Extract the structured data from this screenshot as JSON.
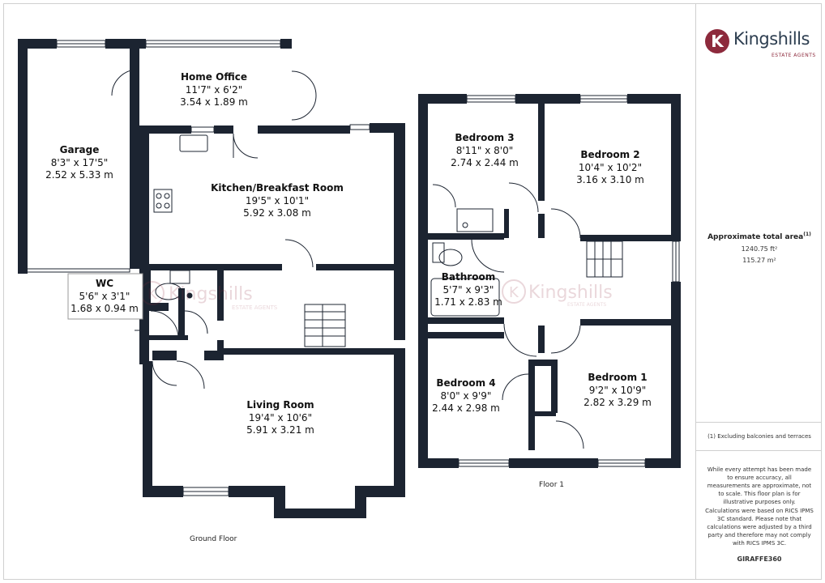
{
  "brand": {
    "initial": "K",
    "name": "Kingshills",
    "tagline": "ESTATE AGENTS"
  },
  "area": {
    "title": "Approximate total area",
    "marker": "(1)",
    "ft": "1240.75 ft²",
    "m": "115.27 m²"
  },
  "notes": {
    "exclusion": "(1) Excluding balconies and terraces",
    "disclaimer": "While every attempt has been made to ensure accuracy, all measurements are approximate, not to scale. This floor plan is for illustrative purposes only.",
    "calculation": "Calculations were based on RICS IPMS 3C standard. Please note that calculations were adjusted by a third party and therefore may not comply with RICS IPMS 3C.",
    "credit": "GIRAFFE360"
  },
  "floors": {
    "ground": "Ground Floor",
    "first": "Floor 1"
  },
  "watermark": {
    "name": "Kingshills",
    "tagline": "ESTATE AGENTS"
  },
  "rooms": {
    "home_office": {
      "name": "Home Office",
      "imperial": "11'7\" x 6'2\"",
      "metric": "3.54 x 1.89 m"
    },
    "garage": {
      "name": "Garage",
      "imperial": "8'3\" x 17'5\"",
      "metric": "2.52 x 5.33 m"
    },
    "kitchen": {
      "name": "Kitchen/Breakfast Room",
      "imperial": "19'5\" x 10'1\"",
      "metric": "5.92 x 3.08 m"
    },
    "wc": {
      "name": "WC",
      "imperial": "5'6\" x 3'1\"",
      "metric": "1.68 x 0.94 m"
    },
    "living": {
      "name": "Living Room",
      "imperial": "19'4\" x 10'6\"",
      "metric": "5.91 x 3.21 m"
    },
    "bedroom3": {
      "name": "Bedroom 3",
      "imperial": "8'11\" x 8'0\"",
      "metric": "2.74 x 2.44 m"
    },
    "bedroom2": {
      "name": "Bedroom 2",
      "imperial": "10'4\" x 10'2\"",
      "metric": "3.16 x 3.10 m"
    },
    "bathroom": {
      "name": "Bathroom",
      "imperial": "5'7\" x 9'3\"",
      "metric": "1.71 x 2.83 m"
    },
    "bedroom4": {
      "name": "Bedroom 4",
      "imperial": "8'0\" x 9'9\"",
      "metric": "2.44 x 2.98 m"
    },
    "bedroom1": {
      "name": "Bedroom 1",
      "imperial": "9'2\" x 10'9\"",
      "metric": "2.82 x 3.29 m"
    }
  }
}
